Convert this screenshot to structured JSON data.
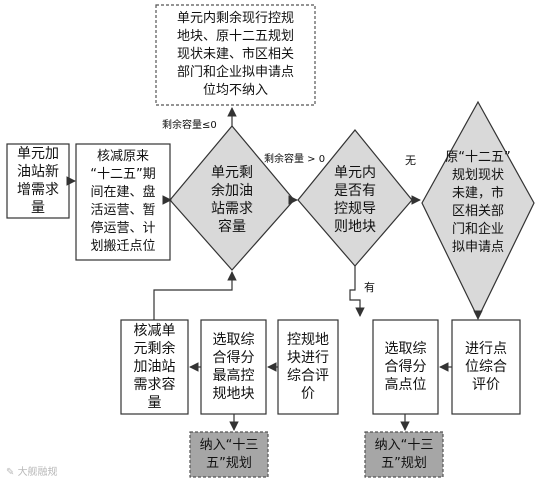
{
  "nodes": {
    "demand_input": "单元加\n油站新\n增需求\n量",
    "deduct_planned": "核减原来\n“十二五”期\n间在建、盘\n活运营、暂\n停运营、计\n划搬迁点位",
    "remaining_demand": "单元剩\n余加油\n站需求\n容量",
    "has_control_plots": "单元内\n是否有\n控规导\n则地块",
    "legacy_unbuilt": "原“十二五”\n规划现状\n未建，市\n区相关部\n门和企业\n拟申请点",
    "excluded_sites": "单元内剩余现行控规\n地块、原十二五规划\n现状未建、市区相关\n部门和企业拟申请点\n位均不纳入",
    "evaluate_plots": "控规地\n块进行\n综合评\n价",
    "select_top_plots": "选取综\n合得分\n最高控\n规地块",
    "deduct_remaining": "核减单\n元剩余\n加油站\n需求容\n量",
    "include_plan_left": "纳入“十三\n五”规划",
    "evaluate_sites": "进行点\n位综合\n评价",
    "select_top_sites": "选取综\n合得分\n高点位",
    "include_plan_right": "纳入“十三\n五”规划"
  },
  "edge_labels": {
    "capacity_zero": "剩余容量≤0",
    "capacity_positive": "剩余容量 > 0",
    "answer_no": "无",
    "answer_yes": "有"
  },
  "colors": {
    "diamond_fill": "#d9d9d9",
    "outcome_fill": "#a6a6a6",
    "stroke": "#333333"
  },
  "watermark": "大舰融规"
}
